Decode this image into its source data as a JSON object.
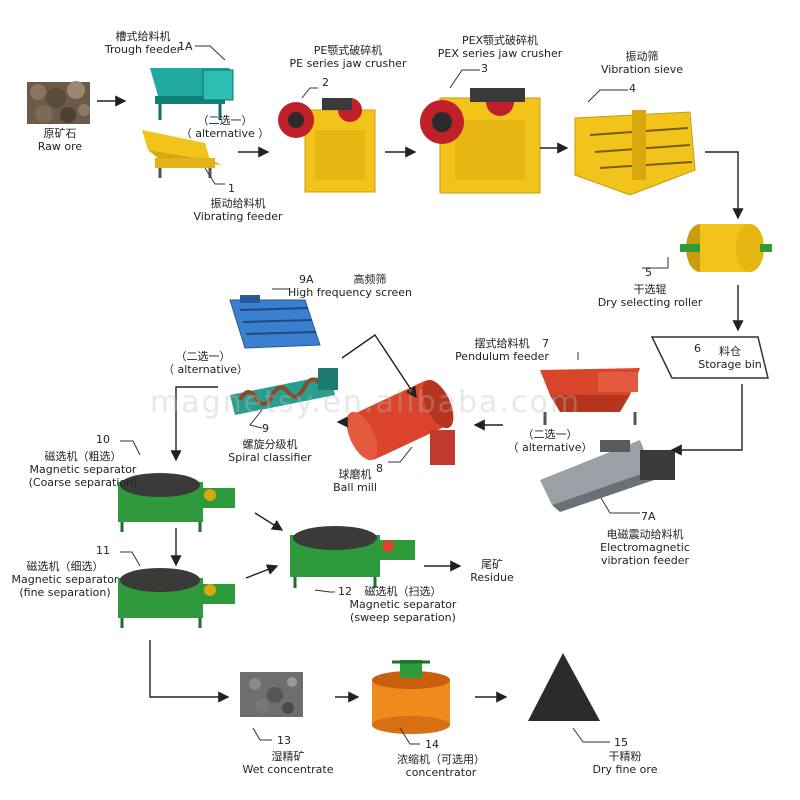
{
  "watermark": "magnetsy.en.alibaba.com",
  "nodes": {
    "raw_ore": {
      "zh": "原矿石",
      "en": "Raw ore",
      "num": ""
    },
    "trough_feeder": {
      "zh": "槽式给料机",
      "en": "Trough feeder",
      "num": "1A"
    },
    "alt1": {
      "zh": "（二选一）",
      "en": "（ alternative ）"
    },
    "vibrating_feeder": {
      "zh": "振动给料机",
      "en": "Vibrating feeder",
      "num": "1"
    },
    "pe_crusher": {
      "zh": "PE颚式破碎机",
      "en": "PE series jaw crusher",
      "num": "2"
    },
    "pex_crusher": {
      "zh": "PEX颚式破碎机",
      "en": "PEX series jaw crusher",
      "num": "3"
    },
    "vibration_sieve": {
      "zh": "振动筛",
      "en": "Vibration sieve",
      "num": "4"
    },
    "dry_roller": {
      "zh": "干选辊",
      "en": "Dry selecting roller",
      "num": "5"
    },
    "storage_bin": {
      "zh": "料仓",
      "en": "Storage bin",
      "num": "6"
    },
    "pendulum_feeder": {
      "zh": "摆式给料机",
      "en": "Pendulum feeder",
      "num": "7"
    },
    "alt2": {
      "zh": "（二选一）",
      "en": "（ alternative）"
    },
    "em_feeder": {
      "zh": "电磁震动给料机",
      "en1": "Electromagnetic",
      "en2": "vibration feeder",
      "num": "7A"
    },
    "ball_mill": {
      "zh": "球磨机",
      "en": "Ball mill",
      "num": "8"
    },
    "spiral_classifier": {
      "zh": "螺旋分级机",
      "en": "Spiral classifier",
      "num": "9"
    },
    "hf_screen": {
      "zh": "高频筛",
      "en": "High frequency screen",
      "num": "9A"
    },
    "alt3": {
      "zh": "（二选一）",
      "en": "（ alternative）"
    },
    "mag_coarse": {
      "zh": "磁选机（粗选）",
      "en1": "Magnetic separator",
      "en2": "(Coarse separation)",
      "num": "10"
    },
    "mag_fine": {
      "zh": "磁选机（细选）",
      "en1": "Magnetic separator",
      "en2": "(fine separation)",
      "num": "11"
    },
    "mag_sweep": {
      "zh": "磁选机（扫选）",
      "en1": "Magnetic separator",
      "en2": "(sweep separation)",
      "num": "12"
    },
    "residue": {
      "zh": "尾矿",
      "en": "Residue"
    },
    "wet_conc": {
      "zh": "湿精矿",
      "en": "Wet concentrate",
      "num": "13"
    },
    "concentrator": {
      "zh": "浓缩机（可选用）",
      "en": "concentrator",
      "num": "14"
    },
    "dry_fine_ore": {
      "zh": "干精粉",
      "en": "Dry fine ore",
      "num": "15"
    }
  },
  "colors": {
    "yellow": "#f2c31a",
    "green": "#2e9a3c",
    "blue": "#3b7fd1",
    "orange_red": "#d9442a",
    "dark": "#2b2b2b",
    "teal": "#2a9d8f"
  }
}
